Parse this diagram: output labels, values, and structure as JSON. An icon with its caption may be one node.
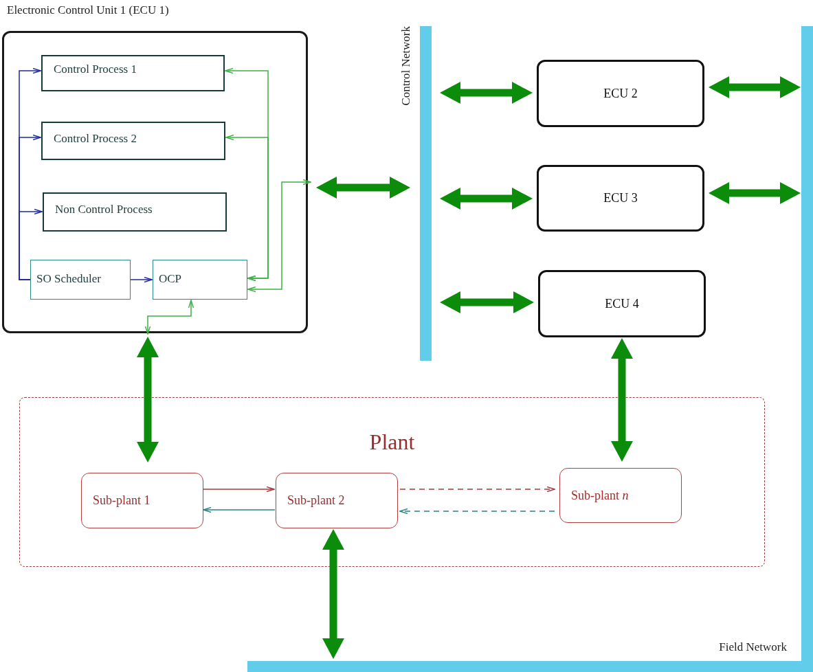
{
  "diagram": {
    "nodes": [
      {
        "text": [
          "Electronic Control Unit 1 (ECU 1)"
        ]
      },
      {
        "text": [
          "Control Process 1"
        ],
        "in": 0
      },
      {
        "text": [
          "Control Process 2"
        ],
        "in": 0
      },
      {
        "text": [
          "Non Control Process"
        ],
        "in": 0
      },
      {
        "text": [
          "SO Scheduler"
        ],
        "in": 0
      },
      {
        "text": [
          "OCP"
        ],
        "in": 0
      },
      {
        "text": [
          "Control Network"
        ]
      },
      {
        "text": [
          "Field Network"
        ]
      },
      {
        "text": [
          "ECU 2"
        ]
      },
      {
        "text": [
          "ECU 3"
        ]
      },
      {
        "text": [
          "ECU 4"
        ]
      },
      {
        "text": [
          "Plant"
        ]
      },
      {
        "text": [
          "Sub-plant 1"
        ],
        "in": 11
      },
      {
        "text": [
          "Sub-plant 2"
        ],
        "in": 11
      },
      {
        "text": [
          "Sub-plant *n*"
        ],
        "in": 11
      }
    ],
    "edges": [
      {
        "from": 4,
        "to": 1,
        "arrow": "to",
        "color": "#1c2a99"
      },
      {
        "from": 4,
        "to": 2,
        "arrow": "to",
        "color": "#1c2a99"
      },
      {
        "from": 4,
        "to": 3,
        "arrow": "to",
        "color": "#1c2a99"
      },
      {
        "from": 4,
        "to": 5,
        "arrow": "to",
        "color": "#1c2a99"
      },
      {
        "from": 5,
        "to": 1,
        "arrow": "both",
        "color": "#3cb043"
      },
      {
        "from": 5,
        "to": 2,
        "arrow": "both",
        "color": "#3cb043"
      },
      {
        "from": 5,
        "to": 0,
        "arrow": "both",
        "color": "#3cb043"
      },
      {
        "from": 5,
        "to": 0,
        "arrow": "both",
        "color": "#3cb043"
      },
      {
        "from": 0,
        "to": 6,
        "arrow": "both",
        "style": "thick"
      },
      {
        "from": 8,
        "to": 6,
        "arrow": "both",
        "style": "thick"
      },
      {
        "from": 9,
        "to": 6,
        "arrow": "both",
        "style": "thick"
      },
      {
        "from": 10,
        "to": 6,
        "arrow": "both",
        "style": "thick"
      },
      {
        "from": 8,
        "to": 7,
        "arrow": "both",
        "style": "thick"
      },
      {
        "from": 9,
        "to": 7,
        "arrow": "both",
        "style": "thick"
      },
      {
        "from": 0,
        "to": 12,
        "arrow": "both",
        "style": "thick"
      },
      {
        "from": 10,
        "to": 14,
        "arrow": "both",
        "style": "thick"
      },
      {
        "from": 13,
        "to": 7,
        "arrow": "both",
        "style": "thick"
      },
      {
        "from": 12,
        "to": 13,
        "arrow": "to",
        "color": "#a33a3a"
      },
      {
        "from": 13,
        "to": 12,
        "arrow": "to",
        "color": "#2a8080"
      },
      {
        "from": 13,
        "to": 14,
        "arrow": "to",
        "style": "dashed",
        "color": "#a33a3a"
      },
      {
        "from": 14,
        "to": 13,
        "arrow": "to",
        "style": "dashed",
        "color": "#2a8080"
      }
    ]
  }
}
